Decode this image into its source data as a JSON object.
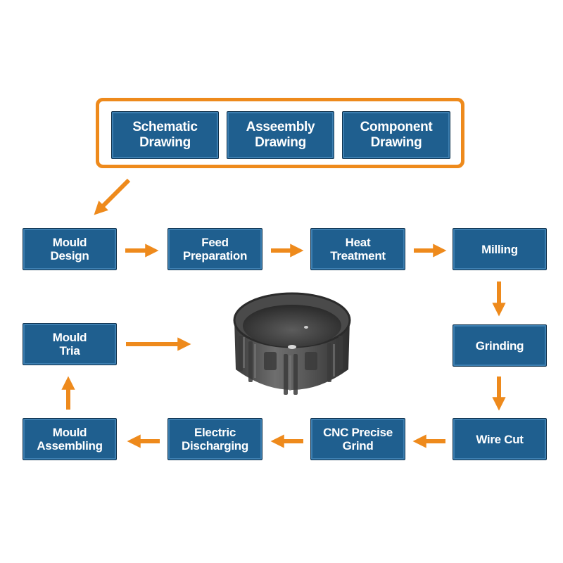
{
  "colors": {
    "box_fill": "#1f5f8f",
    "arrow": "#ee8a1c",
    "frame": "#ee8a1c"
  },
  "top_group": {
    "schematic": "Schematic\nDrawing",
    "assembly": "Asseembly\nDrawing",
    "component": "Component\nDrawing"
  },
  "steps": {
    "mould_design": "Mould\nDesign",
    "feed_preparation": "Feed\nPreparation",
    "heat_treatment": "Heat\nTreatment",
    "milling": "Milling",
    "grinding": "Grinding",
    "wire_cut": "Wire Cut",
    "cnc_grind": "CNC Precise\nGrind",
    "electric_discharging": "Electric\nDischarging",
    "mould_assembling": "Mould\nAssembling",
    "mould_tria": "Mould\nTria"
  }
}
